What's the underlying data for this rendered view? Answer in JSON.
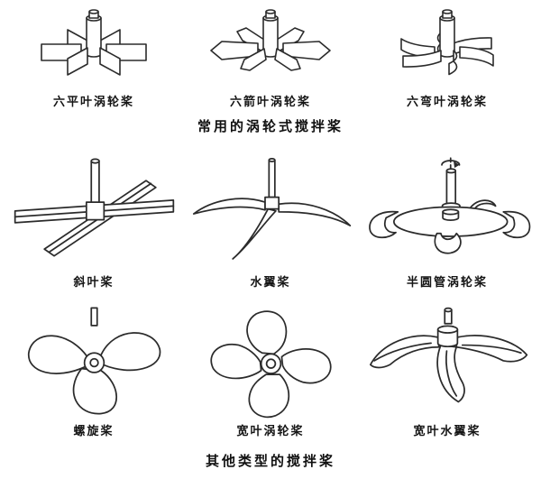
{
  "figure": {
    "stroke_color": "#2b2b2b",
    "background": "#ffffff"
  },
  "sections": [
    {
      "caption": "常用的涡轮式搅拌桨",
      "items": [
        {
          "name": "six-flat-blade-turbine-icon",
          "label": "六平叶涡轮桨"
        },
        {
          "name": "six-arrow-blade-turbine-icon",
          "label": "六箭叶涡轮桨"
        },
        {
          "name": "six-curved-blade-turbine-icon",
          "label": "六弯叶涡轮桨"
        }
      ]
    },
    {
      "caption": "其他类型的搅拌桨",
      "items": [
        {
          "name": "pitched-blade-paddle-icon",
          "label": "斜叶桨"
        },
        {
          "name": "hydrofoil-impeller-icon",
          "label": "水翼桨"
        },
        {
          "name": "half-pipe-turbine-icon",
          "label": "半圆管涡轮桨"
        },
        {
          "name": "propeller-icon",
          "label": "螺旋桨"
        },
        {
          "name": "wide-blade-turbine-icon",
          "label": "宽叶涡轮桨"
        },
        {
          "name": "wide-blade-hydrofoil-icon",
          "label": "宽叶水翼桨"
        }
      ]
    }
  ]
}
